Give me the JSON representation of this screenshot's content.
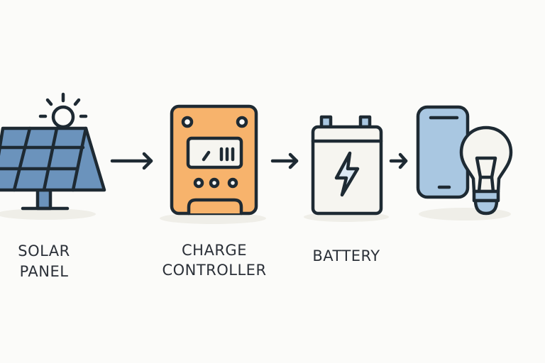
{
  "diagram": {
    "nodes": [
      {
        "id": "solar-panel",
        "label_lines": [
          "SOLAR",
          "PANEL"
        ],
        "icon": "solar-panel-icon"
      },
      {
        "id": "charge-controller",
        "label_lines": [
          "CHARGE",
          "CONTROLLER"
        ],
        "icon": "charge-controller-icon"
      },
      {
        "id": "battery",
        "label_lines": [
          "BATTERY"
        ],
        "icon": "battery-icon"
      },
      {
        "id": "devices",
        "label_lines": [],
        "icon": "phone-and-lightbulb-icon"
      }
    ],
    "edges": [
      {
        "from": "solar-panel",
        "to": "charge-controller"
      },
      {
        "from": "charge-controller",
        "to": "battery"
      },
      {
        "from": "battery",
        "to": "devices"
      }
    ],
    "colors": {
      "background": "#fbfbf9",
      "stroke": "#1e2a33",
      "panel_blue": "#6b93bc",
      "controller_orange": "#f7b36c",
      "device_blue": "#a9c7e1",
      "off_white": "#f6f5f0"
    }
  }
}
